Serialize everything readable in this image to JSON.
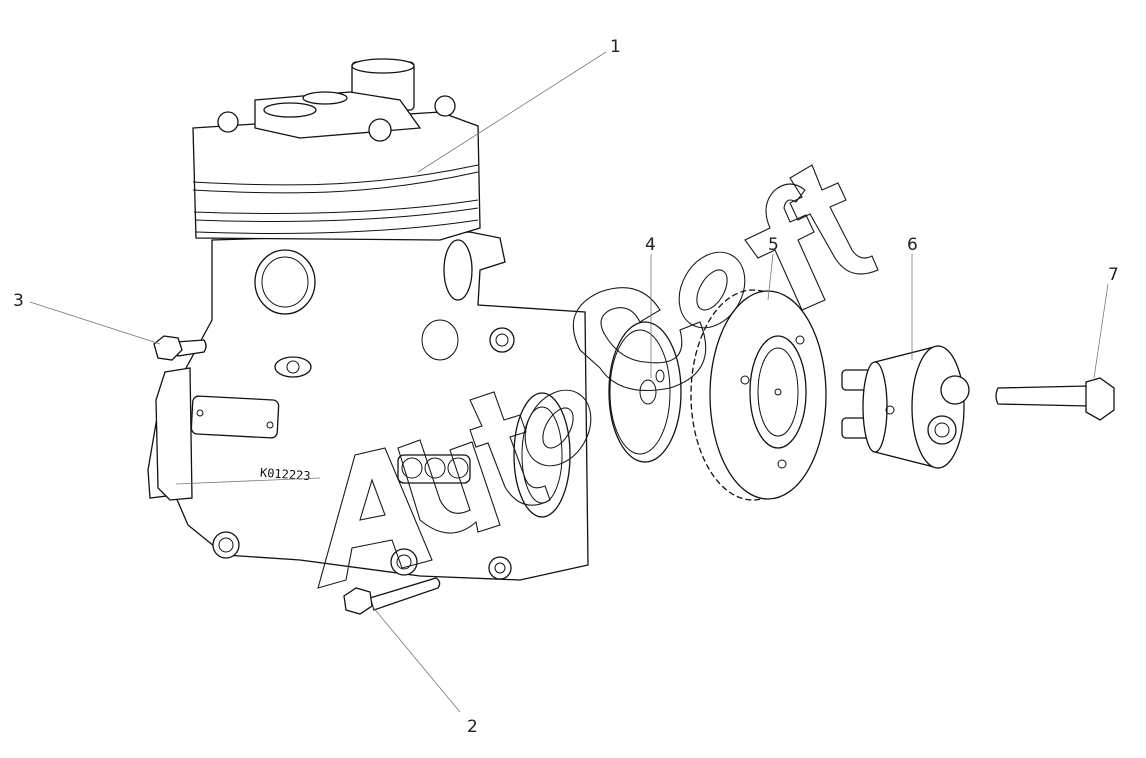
{
  "diagram": {
    "callouts": [
      "1",
      "2",
      "3",
      "4",
      "5",
      "6",
      "7"
    ],
    "part_number_label": "K012223",
    "watermark": "AutoSoft"
  },
  "colors": {
    "line": "#111111",
    "leader": "#777777",
    "background": "#ffffff"
  }
}
